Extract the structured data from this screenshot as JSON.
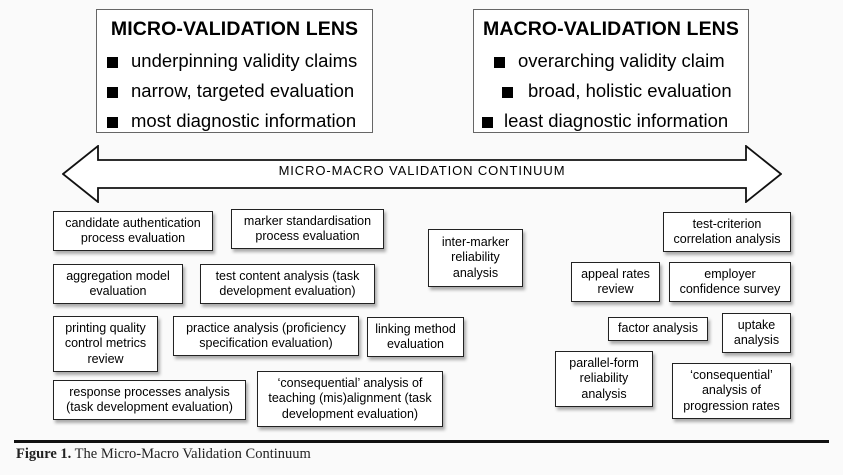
{
  "micro_lens": {
    "title": "MICRO-VALIDATION LENS",
    "items": [
      "underpinning validity claims",
      "narrow, targeted evaluation",
      "most diagnostic information"
    ]
  },
  "macro_lens": {
    "title": "MACRO-VALIDATION LENS",
    "items": [
      "overarching validity claim",
      "broad, holistic evaluation",
      "least diagnostic information"
    ]
  },
  "continuum": {
    "label": "MICRO-MACRO VALIDATION CONTINUUM"
  },
  "boxes": {
    "candidate_authentication": "candidate authentication\nprocess evaluation",
    "marker_standardisation": "marker standardisation\nprocess evaluation",
    "inter_marker": "inter-marker\nreliability\nanalysis",
    "test_criterion": "test-criterion\ncorrelation analysis",
    "aggregation_model": "aggregation model\nevaluation",
    "test_content": "test content analysis (task\ndevelopment evaluation)",
    "appeal_rates": "appeal rates\nreview",
    "employer_confidence": "employer\nconfidence survey",
    "printing_quality": "printing quality\ncontrol metrics\nreview",
    "practice_analysis": "practice analysis (proficiency\nspecification evaluation)",
    "linking_method": "linking method\nevaluation",
    "factor_analysis": "factor analysis",
    "uptake": "uptake\nanalysis",
    "parallel_form": "parallel-form\nreliability\nanalysis",
    "response_processes": "response processes analysis\n(task development evaluation)",
    "consequential_teaching": "‘consequential’ analysis of\nteaching (mis)alignment (task\ndevelopment evaluation)",
    "consequential_progression": "‘consequential’\nanalysis of\nprogression rates"
  },
  "caption": {
    "label": "Figure 1.",
    "text": " The Micro-Macro Validation Continuum"
  }
}
